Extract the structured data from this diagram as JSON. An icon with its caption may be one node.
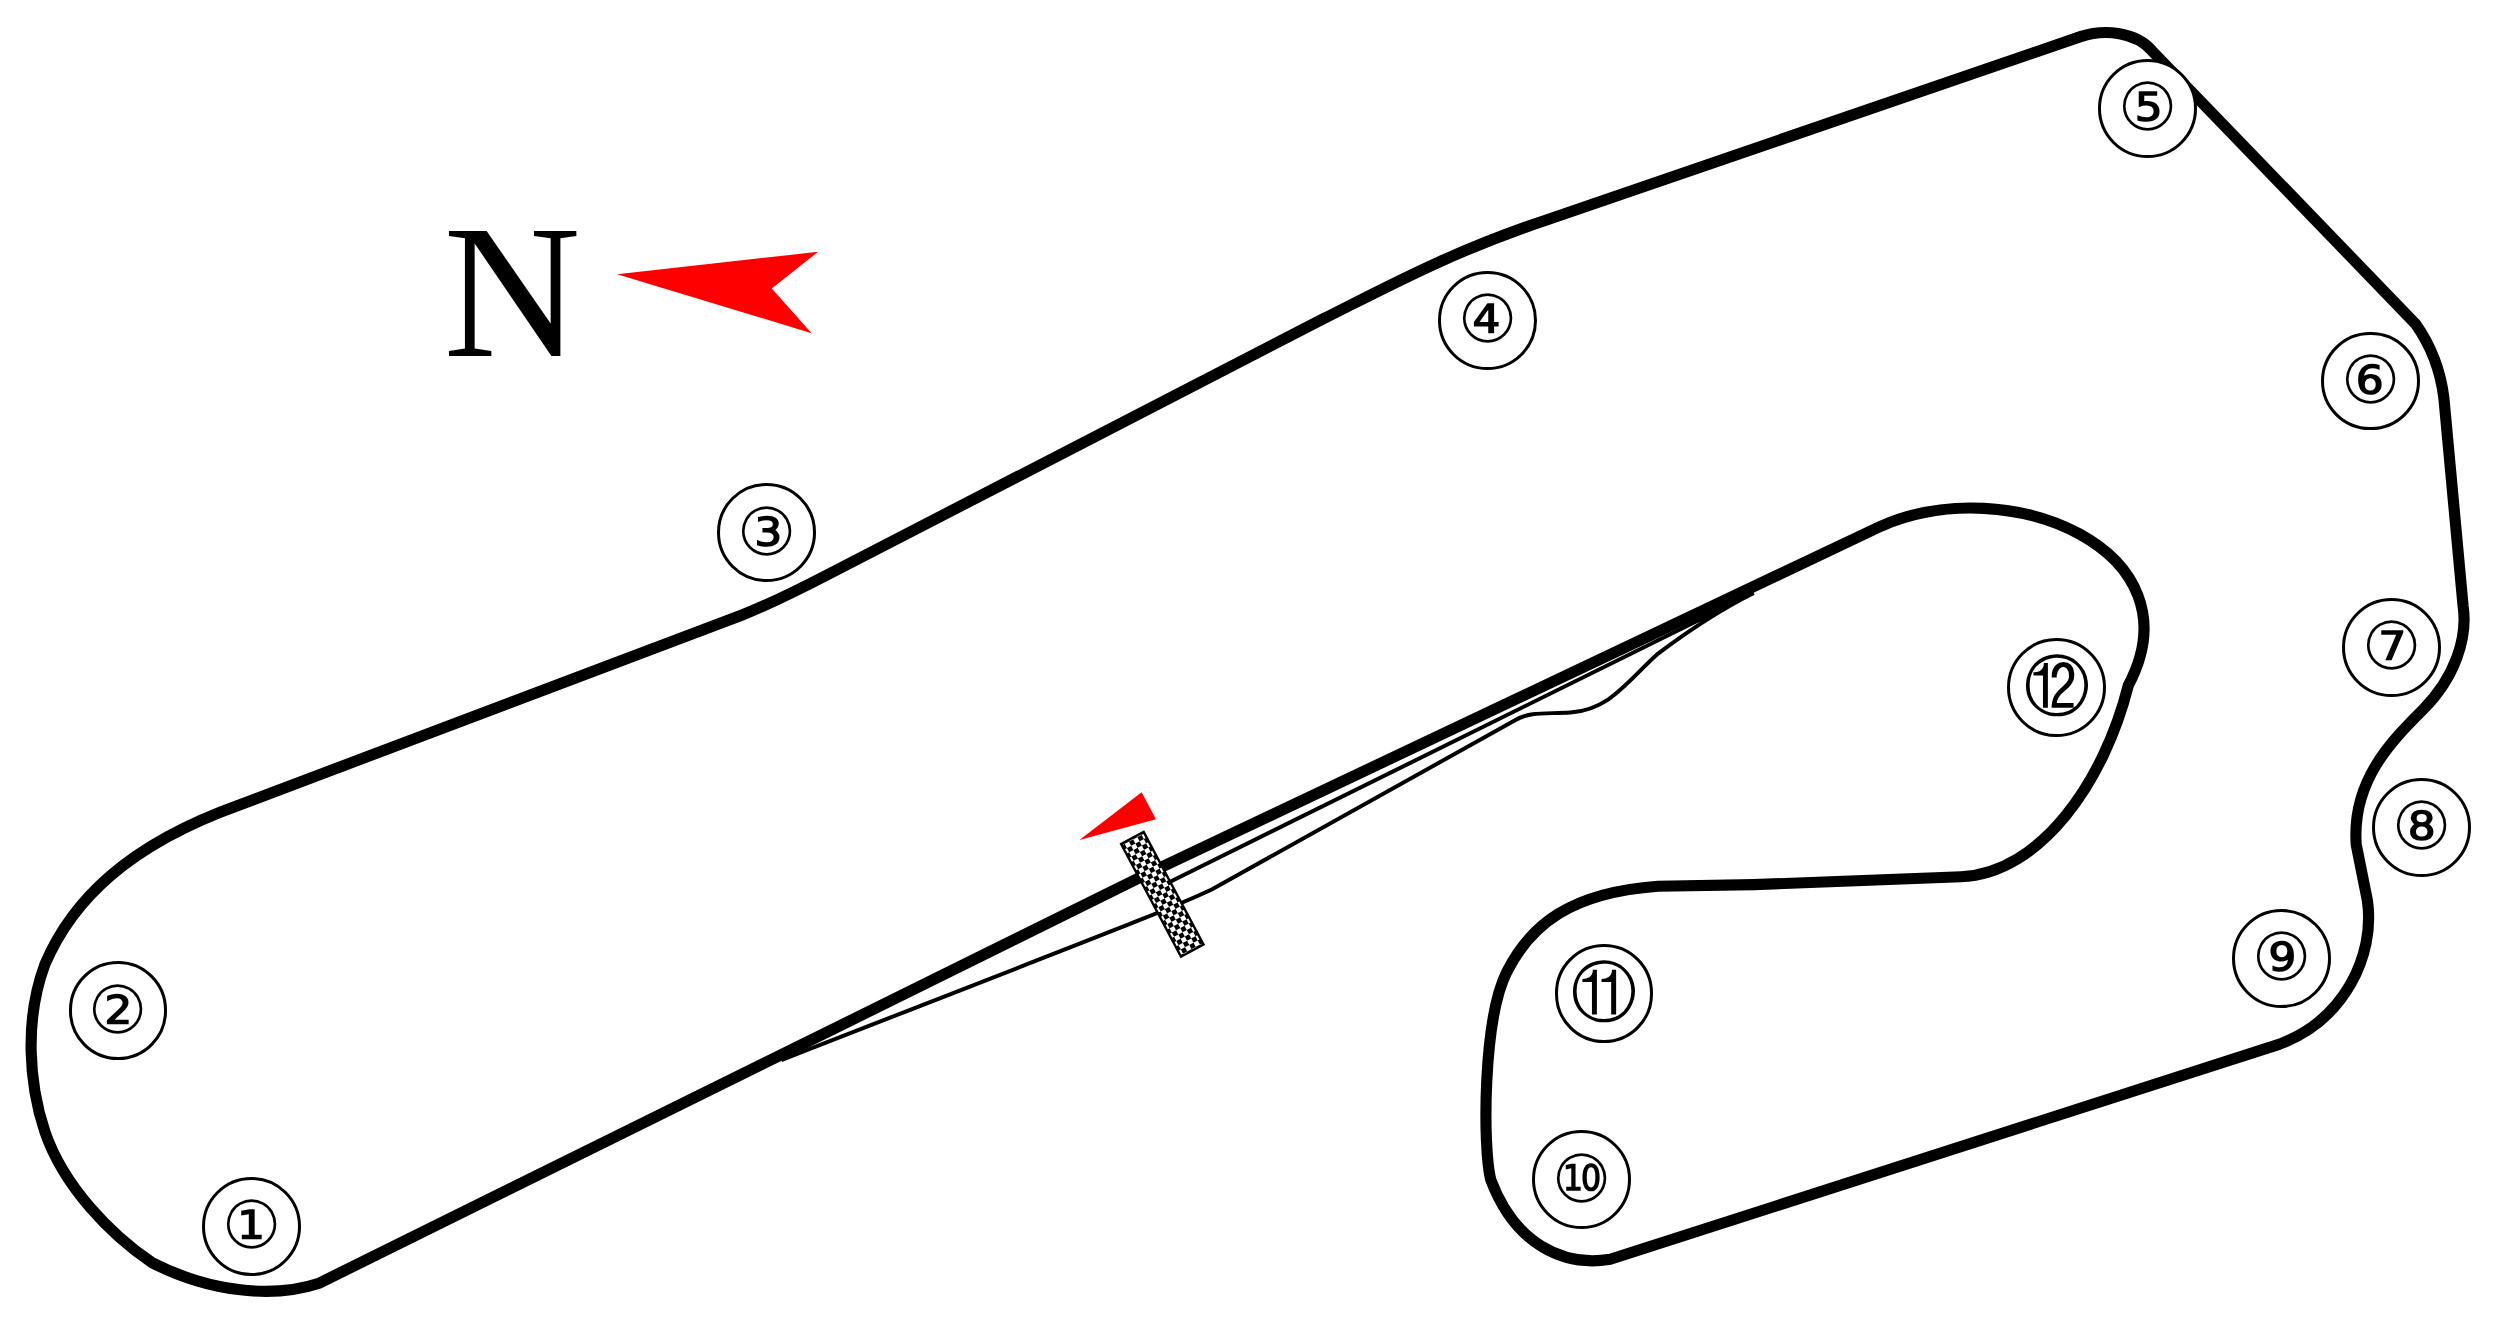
{
  "diagram": {
    "labels": [
      "N",
      "⑤",
      "④",
      "⑥",
      "③",
      "⑦",
      "⑫",
      "⑧",
      "⑨",
      "⑪",
      "②",
      "⑩",
      "①"
    ]
  }
}
